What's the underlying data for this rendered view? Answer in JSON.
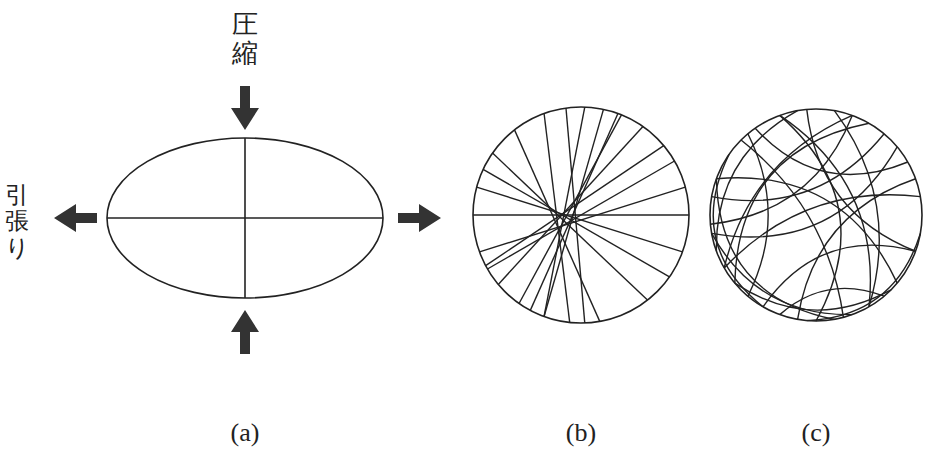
{
  "diagram": {
    "labels": [
      "圧縮",
      "引張り",
      "(a)",
      "(b)",
      "(c)"
    ]
  }
}
